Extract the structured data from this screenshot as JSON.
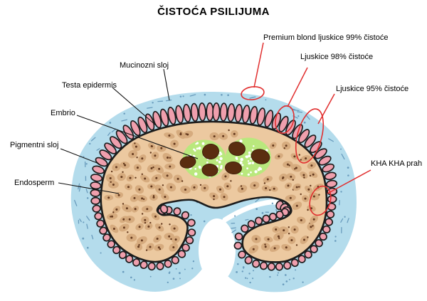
{
  "title": "ČISTOĆA PSILIJUMA",
  "labels": {
    "mucinozni": "Mucinozni sloj",
    "testa": "Testa epidermis",
    "embrio": "Embrio",
    "pigmentni": "Pigmentni sloj",
    "endosperm": "Endosperm",
    "premium": "Premium blond ljuskice 99% čistoće",
    "l98": "Ljuskice 98% čistoće",
    "l95": "Ljuskice 95% čistoće",
    "kha": "KHA KHA prah"
  },
  "colors": {
    "mucilage": "#b4dcec",
    "mucilage_marks": "#6a9cbd",
    "epidermis": "#ef9fad",
    "outline": "#1c1c1c",
    "endosperm_bg": "#ecc9a0",
    "endosperm_cell": "#d4a77a",
    "endosperm_dot": "#64391d",
    "embryo_green": "#b9e87d",
    "embryo_speckle": "#ffffff",
    "embryo_blob": "#5a2d10",
    "embryo_blob_stroke": "#40200a",
    "annotation_red": "#e12f2f",
    "pointer_black": "#111111",
    "text": "#000000",
    "background": "#ffffff"
  }
}
